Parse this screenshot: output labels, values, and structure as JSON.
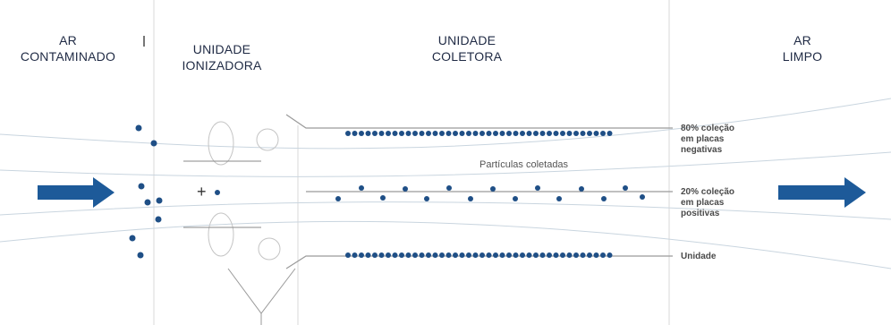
{
  "headers": {
    "air_in": [
      "AR",
      "CONTAMINADO"
    ],
    "ionizer": [
      "UNIDADE",
      "IONIZADORA"
    ],
    "collector": [
      "UNIDADE",
      "COLETORA"
    ],
    "air_out": [
      "AR",
      "LIMPO"
    ]
  },
  "labels": {
    "collected_particles": "Partículas coletadas",
    "negative_plates": [
      "80% coleção",
      "em placas",
      "negativas"
    ],
    "positive_plates": [
      "20% coleção",
      "em placas",
      "positivas"
    ],
    "unit": "Unidade",
    "plus_sign": "+"
  },
  "colors": {
    "arrow": "#1d5a99",
    "particle": "#1f4f86",
    "line": "#999999",
    "text_dark": "#1f2a44"
  },
  "icons": {
    "inlet_arrow": "arrow-right-icon",
    "outlet_arrow": "arrow-right-icon"
  }
}
